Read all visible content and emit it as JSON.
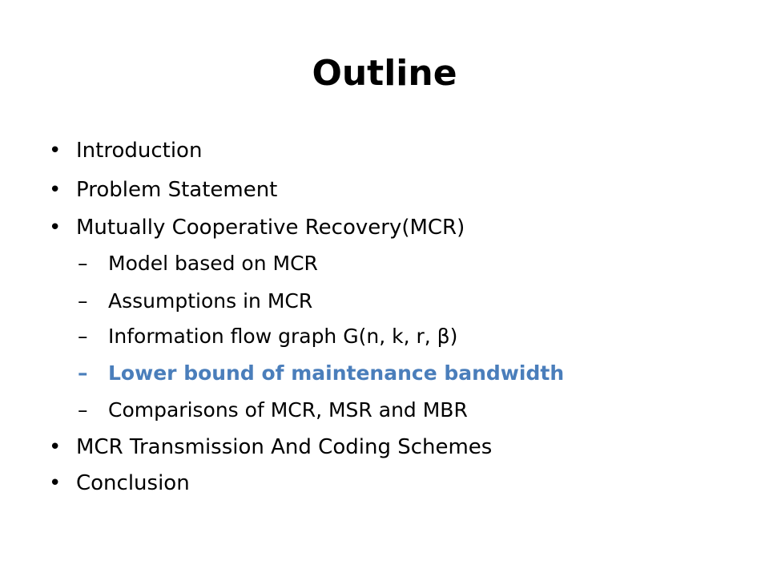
{
  "slide": {
    "title": "Outline",
    "bullet_glyph": "•",
    "dash_glyph": "–",
    "highlight_color": "#4a7ebb",
    "items": [
      {
        "text": "Introduction"
      },
      {
        "text": "Problem Statement"
      },
      {
        "text": "Mutually Cooperative Recovery(MCR)"
      },
      {
        "text": "Model based on MCR"
      },
      {
        "text": "Assumptions in MCR"
      },
      {
        "text": "Information flow graph G(n, k, r, β)"
      },
      {
        "text": "Lower bound of maintenance bandwidth"
      },
      {
        "text": "Comparisons of MCR, MSR and MBR"
      },
      {
        "text": "MCR Transmission And Coding Schemes"
      },
      {
        "text": "Conclusion"
      }
    ]
  }
}
